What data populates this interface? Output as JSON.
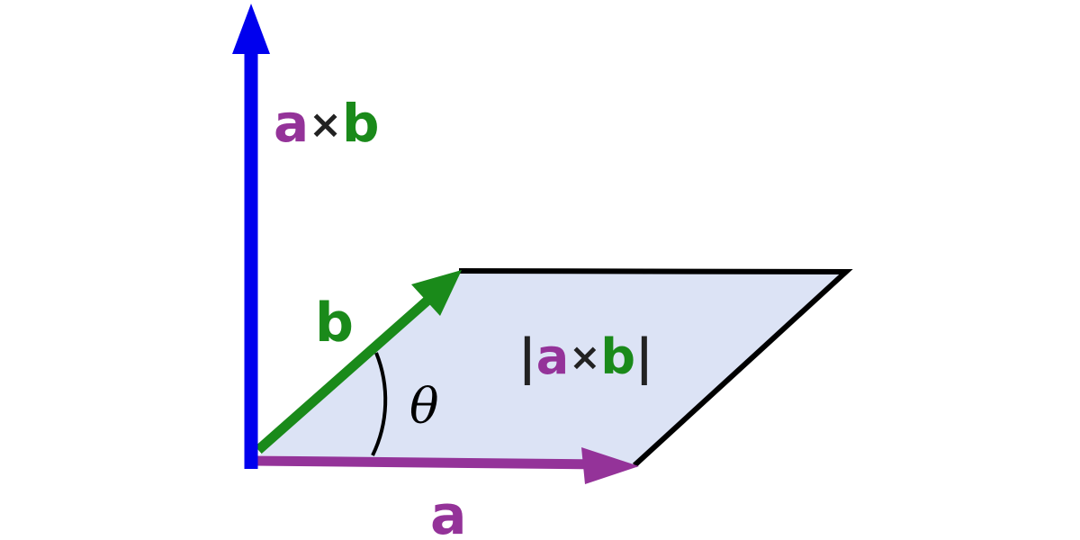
{
  "labels": {
    "cross_product": {
      "a": "a",
      "op": "×",
      "b": "b"
    },
    "magnitude": {
      "bar_left": "|",
      "a": "a",
      "op": "×",
      "b": "b",
      "bar_right": "|"
    },
    "vector_a": "a",
    "vector_b": "b",
    "angle": "θ"
  },
  "colors": {
    "vector_a": "#943399",
    "vector_b": "#1a8a1a",
    "cross_product_vector": "#0000ee",
    "parallelogram_fill": "#dce3f5",
    "outline": "#000000",
    "operator": "#222222"
  }
}
